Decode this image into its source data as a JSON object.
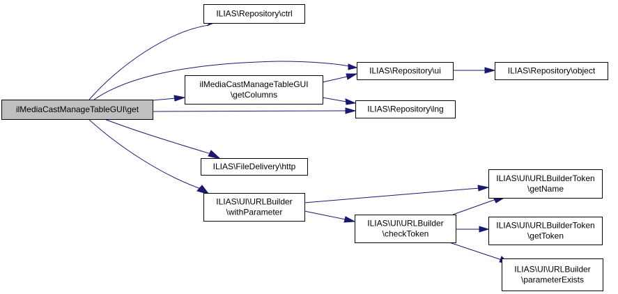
{
  "diagram": {
    "type": "call-graph",
    "colors": {
      "edge": "#191970",
      "root_fill": "#bfbfbf",
      "node_fill": "#ffffff",
      "border": "#000000"
    },
    "nodes": [
      {
        "id": "root",
        "lines": [
          "ilMediaCastManageTableGUI\\get"
        ],
        "root": true
      },
      {
        "id": "ctrl",
        "lines": [
          "ILIAS\\Repository\\ctrl"
        ]
      },
      {
        "id": "getColumns",
        "lines": [
          "ilMediaCastManageTableGUI",
          "\\getColumns"
        ]
      },
      {
        "id": "ui",
        "lines": [
          "ILIAS\\Repository\\ui"
        ]
      },
      {
        "id": "object",
        "lines": [
          "ILIAS\\Repository\\object"
        ]
      },
      {
        "id": "lng",
        "lines": [
          "ILIAS\\Repository\\lng"
        ]
      },
      {
        "id": "http",
        "lines": [
          "ILIAS\\FileDelivery\\http"
        ]
      },
      {
        "id": "withParameter",
        "lines": [
          "ILIAS\\UI\\URLBuilder",
          "\\withParameter"
        ]
      },
      {
        "id": "checkToken",
        "lines": [
          "ILIAS\\UI\\URLBuilder",
          "\\checkToken"
        ]
      },
      {
        "id": "getName",
        "lines": [
          "ILIAS\\UI\\URLBuilderToken",
          "\\getName"
        ]
      },
      {
        "id": "getToken",
        "lines": [
          "ILIAS\\UI\\URLBuilderToken",
          "\\getToken"
        ]
      },
      {
        "id": "parameterExists",
        "lines": [
          "ILIAS\\UI\\URLBuilder",
          "\\parameterExists"
        ]
      }
    ],
    "edges": [
      {
        "from": "root",
        "to": "ctrl"
      },
      {
        "from": "root",
        "to": "ui"
      },
      {
        "from": "root",
        "to": "getColumns"
      },
      {
        "from": "root",
        "to": "lng"
      },
      {
        "from": "root",
        "to": "http"
      },
      {
        "from": "root",
        "to": "withParameter"
      },
      {
        "from": "getColumns",
        "to": "ui"
      },
      {
        "from": "getColumns",
        "to": "lng"
      },
      {
        "from": "ui",
        "to": "object"
      },
      {
        "from": "withParameter",
        "to": "getName"
      },
      {
        "from": "withParameter",
        "to": "checkToken"
      },
      {
        "from": "checkToken",
        "to": "getName"
      },
      {
        "from": "checkToken",
        "to": "getToken"
      },
      {
        "from": "checkToken",
        "to": "parameterExists"
      }
    ]
  }
}
